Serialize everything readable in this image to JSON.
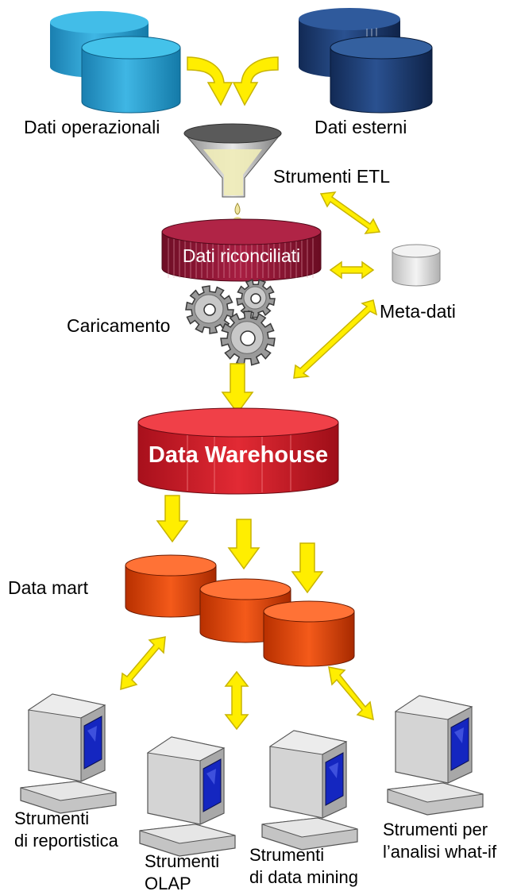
{
  "labels": {
    "operational": "Dati operazionali",
    "external": "Dati esterni",
    "etl": "Strumenti ETL",
    "reconciled": "Dati riconciliati",
    "metadata": "Meta-dati",
    "loading": "Caricamento",
    "warehouse": "Data Warehouse",
    "datamart": "Data mart",
    "reporting_line1": "Strumenti",
    "reporting_line2": "di reportistica",
    "olap_line1": "Strumenti",
    "olap_line2": "OLAP",
    "mining_line1": "Strumenti",
    "mining_line2": "di data mining",
    "whatif_line1": "Strumenti per",
    "whatif_line2": "l’analisi what-if"
  },
  "colors": {
    "arrow": "#ffee00",
    "operational_db": "#2a9fd0",
    "external_db": "#1e3f78",
    "reconciled_db": "#9a1838",
    "warehouse_db": "#d62030",
    "datamart_db": "#ee4a10",
    "metadata_db": "#d8d8d8",
    "monitor_screen": "#1426c0"
  },
  "icons": [
    "database-icon",
    "funnel-icon",
    "gear-icon",
    "computer-icon",
    "arrow-icon"
  ]
}
